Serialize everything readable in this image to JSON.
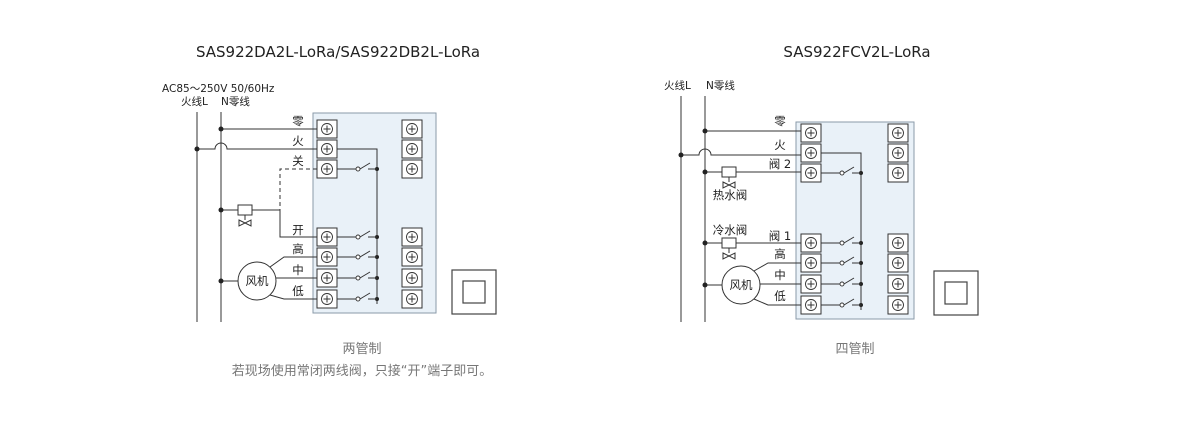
{
  "left": {
    "title": "SAS922DA2L-LoRa/SAS922DB2L-LoRa",
    "supply": "AC85～250V   50/60Hz",
    "live_label": "火线L",
    "neutral_label": "N零线",
    "terminals": [
      "零",
      "火",
      "关",
      "开",
      "高",
      "中",
      "低"
    ],
    "fan_label": "风机",
    "caption": "两管制",
    "note": "若现场使用常闭两线阀，只接“开”端子即可。"
  },
  "right": {
    "title": "SAS922FCV2L-LoRa",
    "live_label": "火线L",
    "neutral_label": "N零线",
    "terminals": [
      "零",
      "火",
      "阀 2",
      "阀 1",
      "高",
      "中",
      "低"
    ],
    "hot_valve": "热水阀",
    "cold_valve": "冷水阀",
    "fan_label": "风机",
    "caption": "四管制"
  }
}
